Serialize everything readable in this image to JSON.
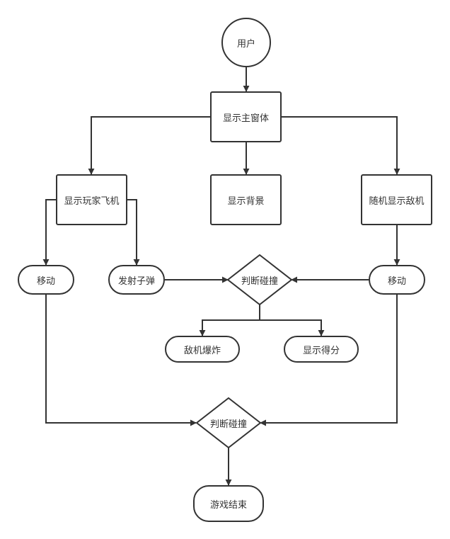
{
  "diagram": {
    "nodes": {
      "user": "用户",
      "main_window": "显示主窗体",
      "show_player": "显示玩家飞机",
      "show_background": "显示背景",
      "random_enemy": "随机显示敌机",
      "player_move": "移动",
      "fire_bullet": "发射子弹",
      "collision_check_1": "判断碰撞",
      "enemy_move": "移动",
      "enemy_explode": "敌机爆炸",
      "show_score": "显示得分",
      "collision_check_2": "判断碰撞",
      "game_over": "游戏结束"
    },
    "colors": {
      "stroke": "#333333",
      "fill": "#ffffff",
      "text": "#333333"
    }
  }
}
